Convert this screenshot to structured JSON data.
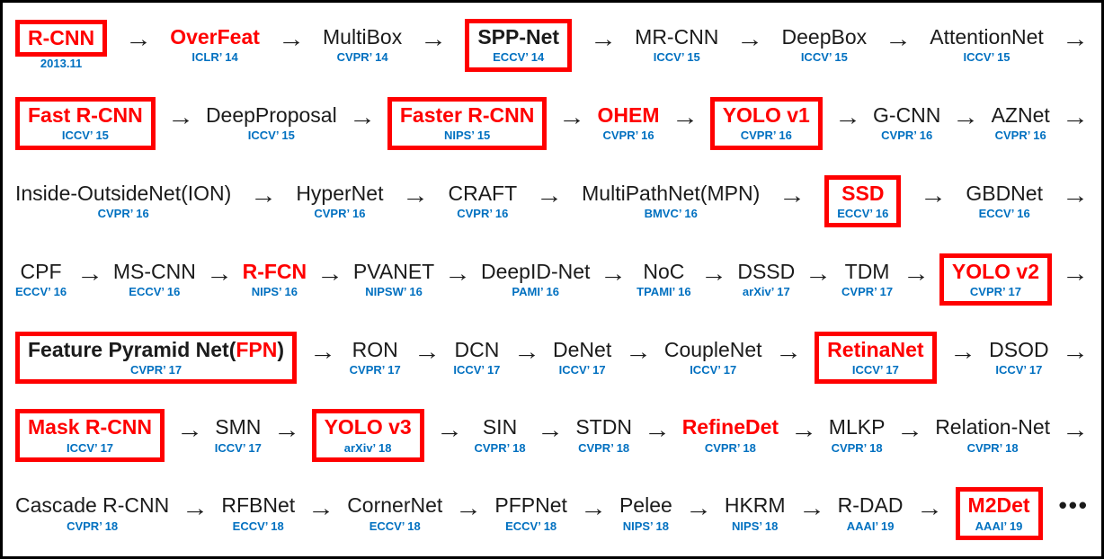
{
  "diagram": {
    "colors": {
      "highlight": "#FF0000",
      "venue": "#0070C0",
      "name": "#1B1B1B",
      "frame_border": "#000000"
    },
    "arrow_glyph": "→",
    "ellipsis_glyph": "•••",
    "rows": [
      {
        "items": [
          {
            "name": "R-CNN",
            "venue": "2013.11",
            "red": true,
            "boxed": true,
            "venue_outside_box": true
          },
          {
            "name": "OverFeat",
            "venue": "ICLR’ 14",
            "red": true
          },
          {
            "name": "MultiBox",
            "venue": "CVPR’ 14"
          },
          {
            "name": "SPP-Net",
            "venue": "ECCV’ 14",
            "boxed": true
          },
          {
            "name": "MR-CNN",
            "venue": "ICCV’ 15"
          },
          {
            "name": "DeepBox",
            "venue": "ICCV’ 15"
          },
          {
            "name": "AttentionNet",
            "venue": "ICCV’ 15"
          }
        ],
        "trailing": "arrow"
      },
      {
        "items": [
          {
            "name": "Fast R-CNN",
            "venue": "ICCV’ 15",
            "red": true,
            "boxed": true
          },
          {
            "name": "DeepProposal",
            "venue": "ICCV’ 15"
          },
          {
            "name": "Faster R-CNN",
            "venue": "NIPS’ 15",
            "red": true,
            "boxed": true
          },
          {
            "name": "OHEM",
            "venue": "CVPR’ 16",
            "red": true
          },
          {
            "name": "YOLO v1",
            "venue": "CVPR’ 16",
            "red": true,
            "boxed": true
          },
          {
            "name": "G-CNN",
            "venue": "CVPR’ 16"
          },
          {
            "name": "AZNet",
            "venue": "CVPR’ 16"
          }
        ],
        "trailing": "arrow"
      },
      {
        "items": [
          {
            "name": "Inside-OutsideNet(ION)",
            "venue": "CVPR’ 16"
          },
          {
            "name": "HyperNet",
            "venue": "CVPR’ 16"
          },
          {
            "name": "CRAFT",
            "venue": "CVPR’ 16"
          },
          {
            "name": "MultiPathNet(MPN)",
            "venue": "BMVC’ 16"
          },
          {
            "name": "SSD",
            "venue": "ECCV’ 16",
            "red": true,
            "boxed": true
          },
          {
            "name": "GBDNet",
            "venue": "ECCV’ 16"
          }
        ],
        "trailing": "arrow"
      },
      {
        "items": [
          {
            "name": "CPF",
            "venue": "ECCV’ 16"
          },
          {
            "name": "MS-CNN",
            "venue": "ECCV’ 16"
          },
          {
            "name": "R-FCN",
            "venue": "NIPS’ 16",
            "red": true
          },
          {
            "name": "PVANET",
            "venue": "NIPSW’ 16"
          },
          {
            "name": "DeepID-Net",
            "venue": "PAMI’ 16"
          },
          {
            "name": "NoC",
            "venue": "TPAMI’ 16"
          },
          {
            "name": "DSSD",
            "venue": "arXiv’ 17"
          },
          {
            "name": "TDM",
            "venue": "CVPR’ 17"
          },
          {
            "name": "YOLO v2",
            "venue": "CVPR’ 17",
            "red": true,
            "boxed": true
          }
        ],
        "trailing": "arrow"
      },
      {
        "items": [
          {
            "name": "Feature Pyramid Net(FPN)",
            "venue": "CVPR’ 17",
            "boxed": true,
            "name_parts": [
              {
                "text": "Feature Pyramid Net(",
                "red": false
              },
              {
                "text": "FPN",
                "red": true
              },
              {
                "text": ")",
                "red": false
              }
            ]
          },
          {
            "name": "RON",
            "venue": "CVPR’ 17"
          },
          {
            "name": "DCN",
            "venue": "ICCV’ 17"
          },
          {
            "name": "DeNet",
            "venue": "ICCV’ 17"
          },
          {
            "name": "CoupleNet",
            "venue": "ICCV’ 17"
          },
          {
            "name": "RetinaNet",
            "venue": "ICCV’ 17",
            "red": true,
            "boxed": true
          },
          {
            "name": "DSOD",
            "venue": "ICCV’ 17"
          }
        ],
        "trailing": "arrow"
      },
      {
        "items": [
          {
            "name": "Mask R-CNN",
            "venue": "ICCV’ 17",
            "red": true,
            "boxed": true
          },
          {
            "name": "SMN",
            "venue": "ICCV’ 17"
          },
          {
            "name": "YOLO v3",
            "venue": "arXiv’ 18",
            "red": true,
            "boxed": true
          },
          {
            "name": "SIN",
            "venue": "CVPR’ 18"
          },
          {
            "name": "STDN",
            "venue": "CVPR’ 18"
          },
          {
            "name": "RefineDet",
            "venue": "CVPR’ 18",
            "red": true
          },
          {
            "name": "MLKP",
            "venue": "CVPR’ 18"
          },
          {
            "name": "Relation-Net",
            "venue": "CVPR’ 18"
          }
        ],
        "trailing": "arrow"
      },
      {
        "items": [
          {
            "name": "Cascade R-CNN",
            "venue": "CVPR’ 18"
          },
          {
            "name": "RFBNet",
            "venue": "ECCV’ 18"
          },
          {
            "name": "CornerNet",
            "venue": "ECCV’ 18"
          },
          {
            "name": "PFPNet",
            "venue": "ECCV’ 18"
          },
          {
            "name": "Pelee",
            "venue": "NIPS’ 18"
          },
          {
            "name": "HKRM",
            "venue": "NIPS’ 18"
          },
          {
            "name": "R-DAD",
            "venue": "AAAI’ 19"
          },
          {
            "name": "M2Det",
            "venue": "AAAI’ 19",
            "red": true,
            "boxed": true
          }
        ],
        "trailing": "ellipsis"
      }
    ]
  }
}
